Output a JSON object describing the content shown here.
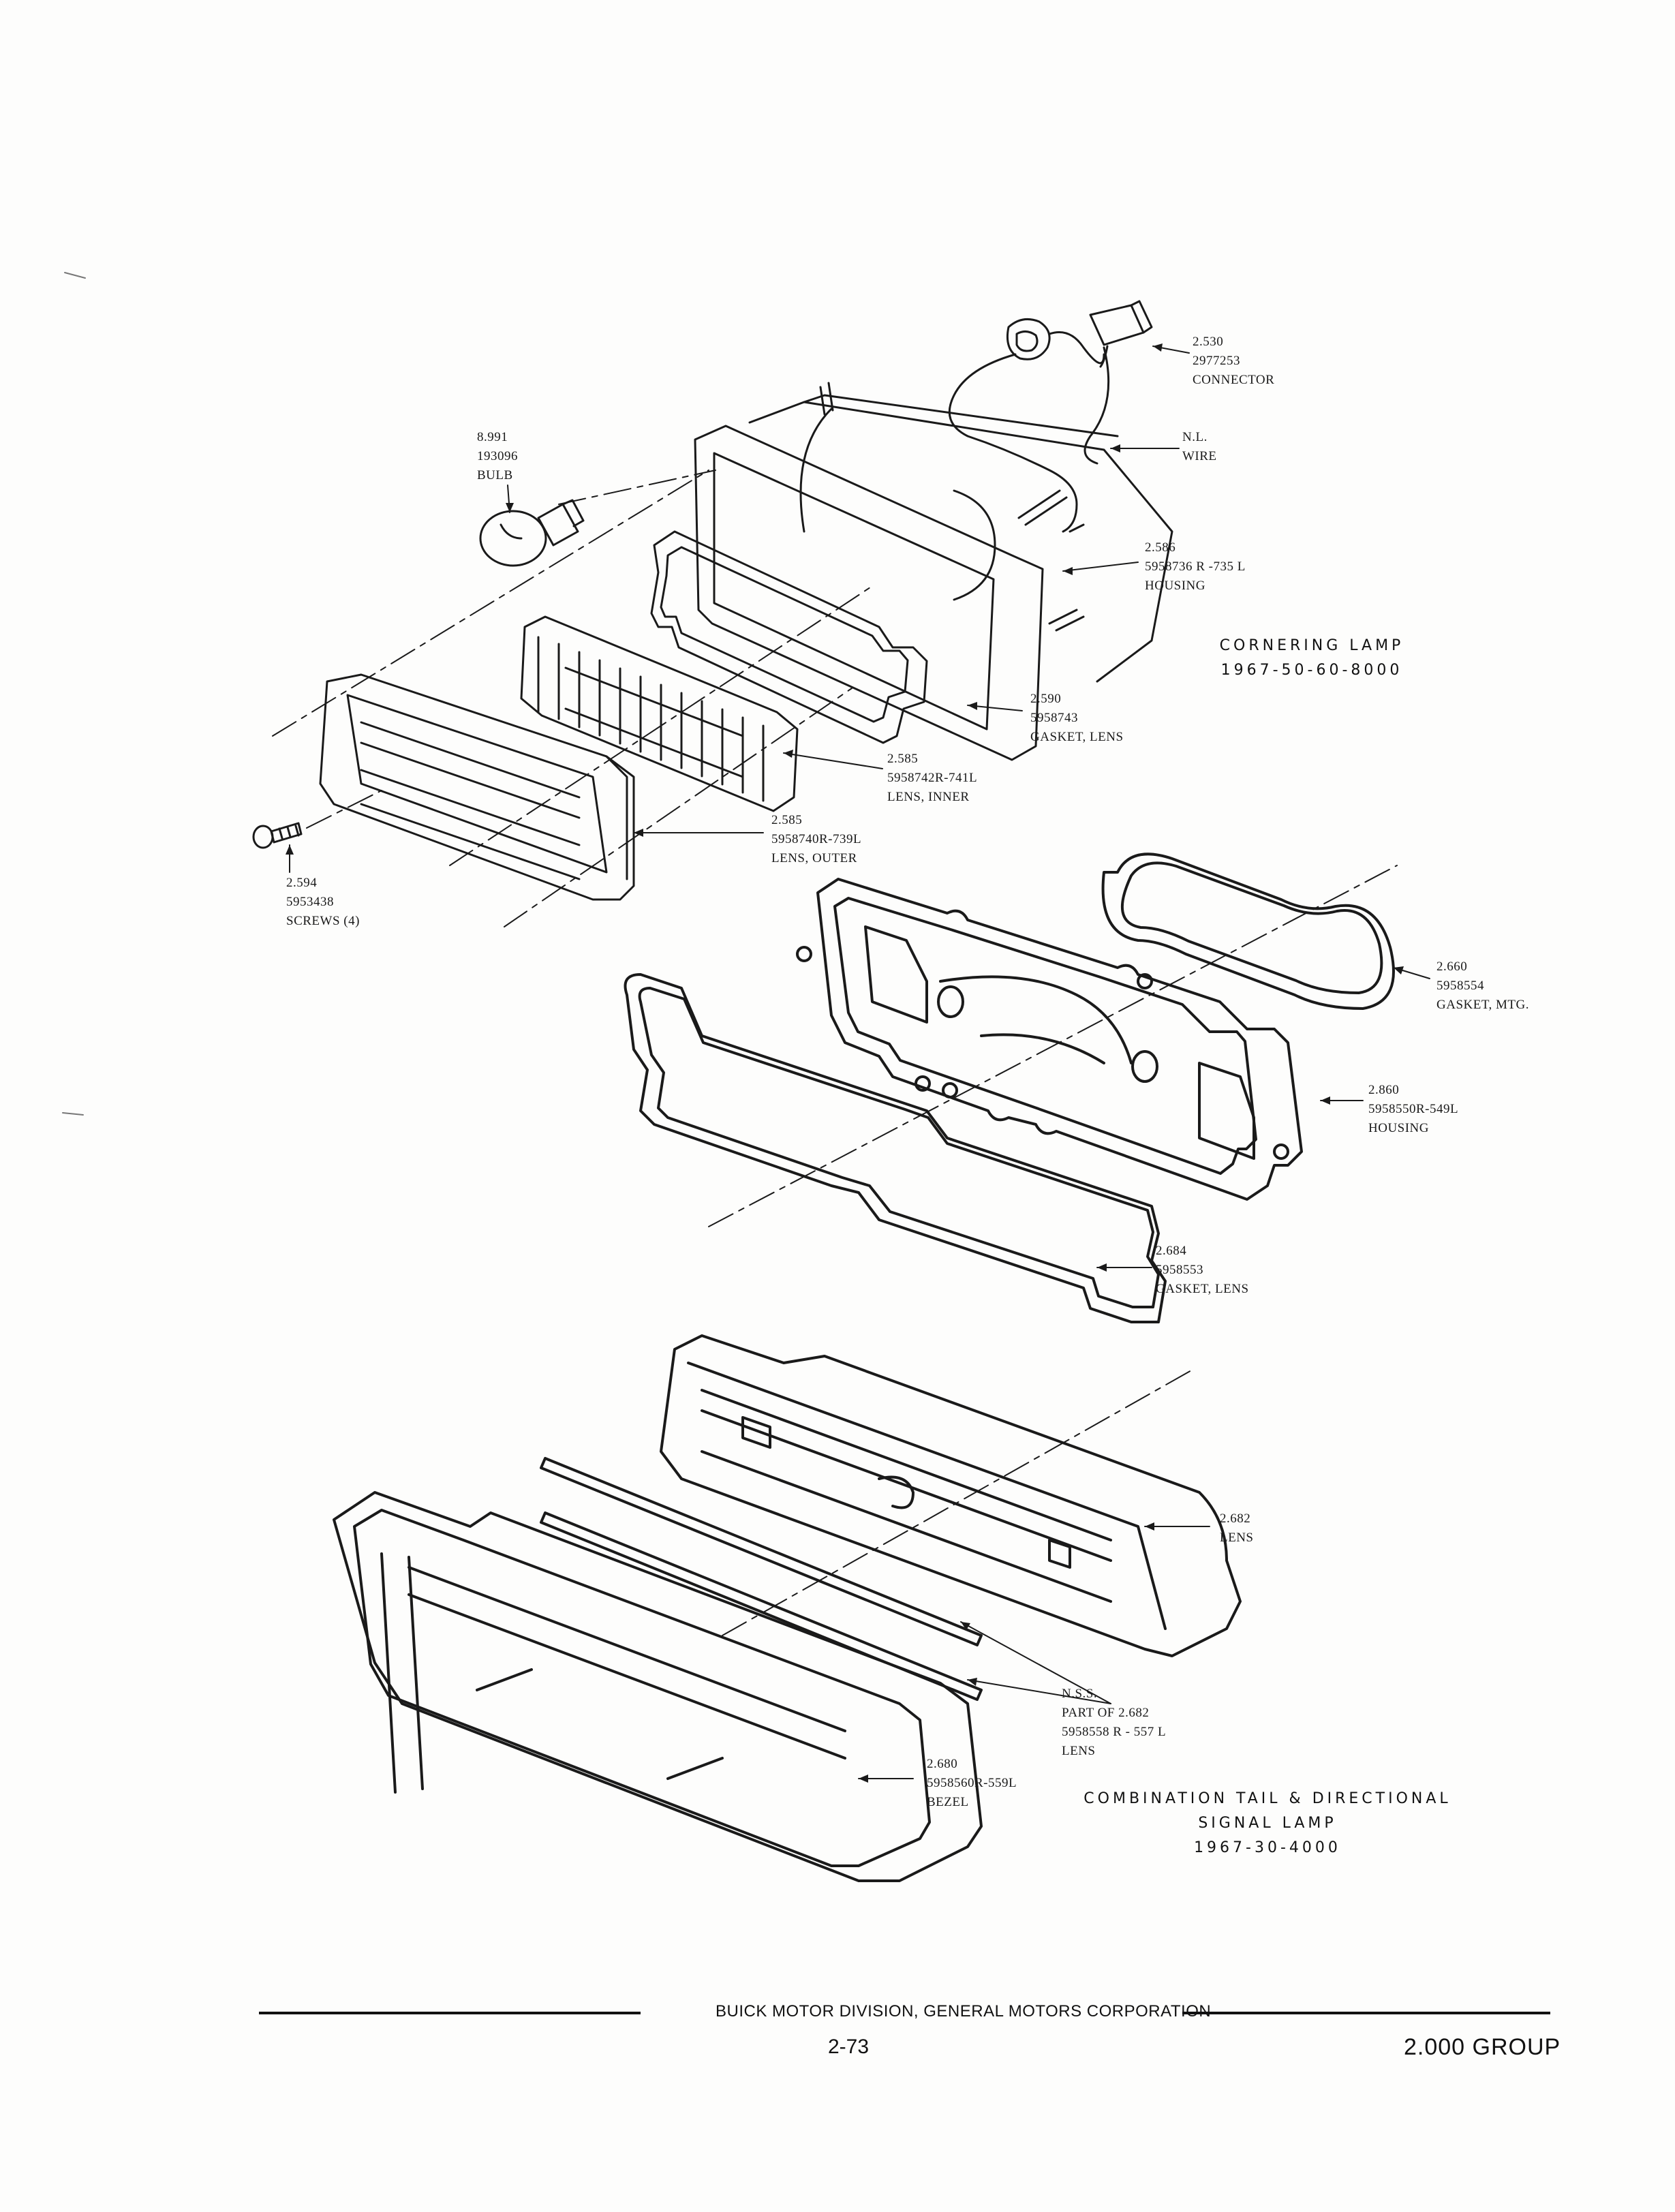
{
  "cornering_lamp": {
    "title_line1": "CORNERING LAMP",
    "title_line2": "1967-50-60-8000",
    "parts": {
      "connector": [
        "2.530",
        "2977253",
        "CONNECTOR"
      ],
      "wire": [
        "N.L.",
        "WIRE"
      ],
      "bulb": [
        "8.991",
        "193096",
        "BULB"
      ],
      "housing": [
        "2.586",
        "5958736 R -735 L",
        "HOUSING"
      ],
      "gasket_lens": [
        "2.590",
        "5958743",
        "GASKET, LENS"
      ],
      "lens_inner": [
        "2.585",
        "5958742R-741L",
        "LENS, INNER"
      ],
      "lens_outer": [
        "2.585",
        "5958740R-739L",
        "LENS, OUTER"
      ],
      "screws": [
        "2.594",
        "5953438",
        "SCREWS (4)"
      ]
    }
  },
  "combination_lamp": {
    "title_line1": "COMBINATION TAIL & DIRECTIONAL",
    "title_line2": "SIGNAL LAMP",
    "title_line3": "1967-30-4000",
    "parts": {
      "gasket_mtg": [
        "2.660",
        "5958554",
        "GASKET, MTG."
      ],
      "housing": [
        "2.860",
        "5958550R-549L",
        "HOUSING"
      ],
      "gasket_lens": [
        "2.684",
        "5958553",
        "GASKET, LENS"
      ],
      "lens": [
        "2.682",
        "LENS"
      ],
      "nss": [
        "N.S.S.",
        "PART OF 2.682",
        "5958558 R - 557 L",
        "LENS"
      ],
      "bezel": [
        "2.680",
        "5958560R-559L",
        "BEZEL"
      ]
    }
  },
  "footer": {
    "corporation": "BUICK MOTOR DIVISION, GENERAL MOTORS CORPORATION",
    "page_number": "2-73",
    "group": "2.000 GROUP"
  }
}
